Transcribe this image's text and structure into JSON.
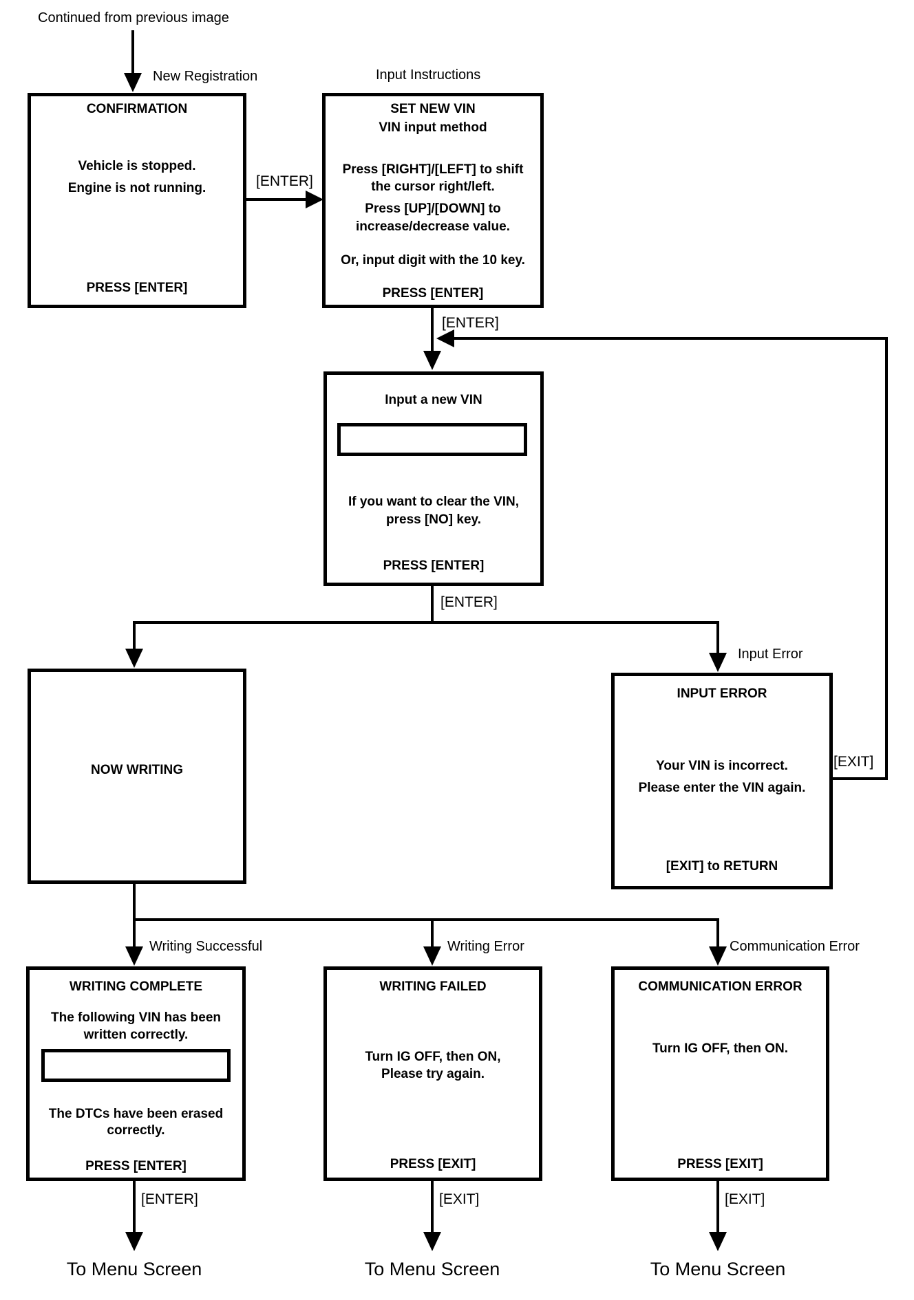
{
  "note": "Continued from previous image",
  "colors": {
    "ink": "#000000",
    "background": "#ffffff"
  },
  "annotations": {
    "new_registration": "New Registration",
    "input_instructions": "Input Instructions",
    "input_error": "Input Error",
    "writing_successful": "Writing Successful",
    "writing_error": "Writing Error",
    "communication_error": "Communication Error"
  },
  "edge_labels": {
    "enter": "[ENTER]",
    "exit": "[EXIT]"
  },
  "terminals": {
    "to_menu_screen": "To Menu Screen"
  },
  "screens": {
    "confirmation": {
      "title": "CONFIRMATION",
      "line1": "Vehicle is stopped.",
      "line2": "Engine is not running.",
      "footer": "PRESS [ENTER]"
    },
    "set_new_vin": {
      "line1": "SET NEW VIN",
      "line2": "VIN input method",
      "line3": "Press [RIGHT]/[LEFT] to shift",
      "line4": "the cursor right/left.",
      "line5": "Press [UP]/[DOWN] to",
      "line6": "increase/decrease value.",
      "line7": "Or, input digit with the 10 key.",
      "footer": "PRESS [ENTER]"
    },
    "input_new_vin": {
      "title": "Input a new VIN",
      "field_value": "",
      "line1": "If you want to clear the VIN,",
      "line2": "press [NO] key.",
      "footer": "PRESS [ENTER]"
    },
    "now_writing": {
      "title": "NOW WRITING"
    },
    "input_error": {
      "title": "INPUT ERROR",
      "line1": "Your VIN is incorrect.",
      "line2": "Please enter the VIN again.",
      "footer": "[EXIT] to RETURN"
    },
    "writing_complete": {
      "title": "WRITING COMPLETE",
      "line1": "The following VIN has been",
      "line2": "written correctly.",
      "field_value": "",
      "line3": "The DTCs have been erased",
      "line4": "correctly.",
      "footer": "PRESS [ENTER]"
    },
    "writing_failed": {
      "title": "WRITING FAILED",
      "line1": "Turn IG OFF, then ON,",
      "line2": "Please try again.",
      "footer": "PRESS [EXIT]"
    },
    "communication_error": {
      "title": "COMMUNICATION ERROR",
      "line1": "Turn IG OFF, then ON.",
      "footer": "PRESS [EXIT]"
    }
  }
}
